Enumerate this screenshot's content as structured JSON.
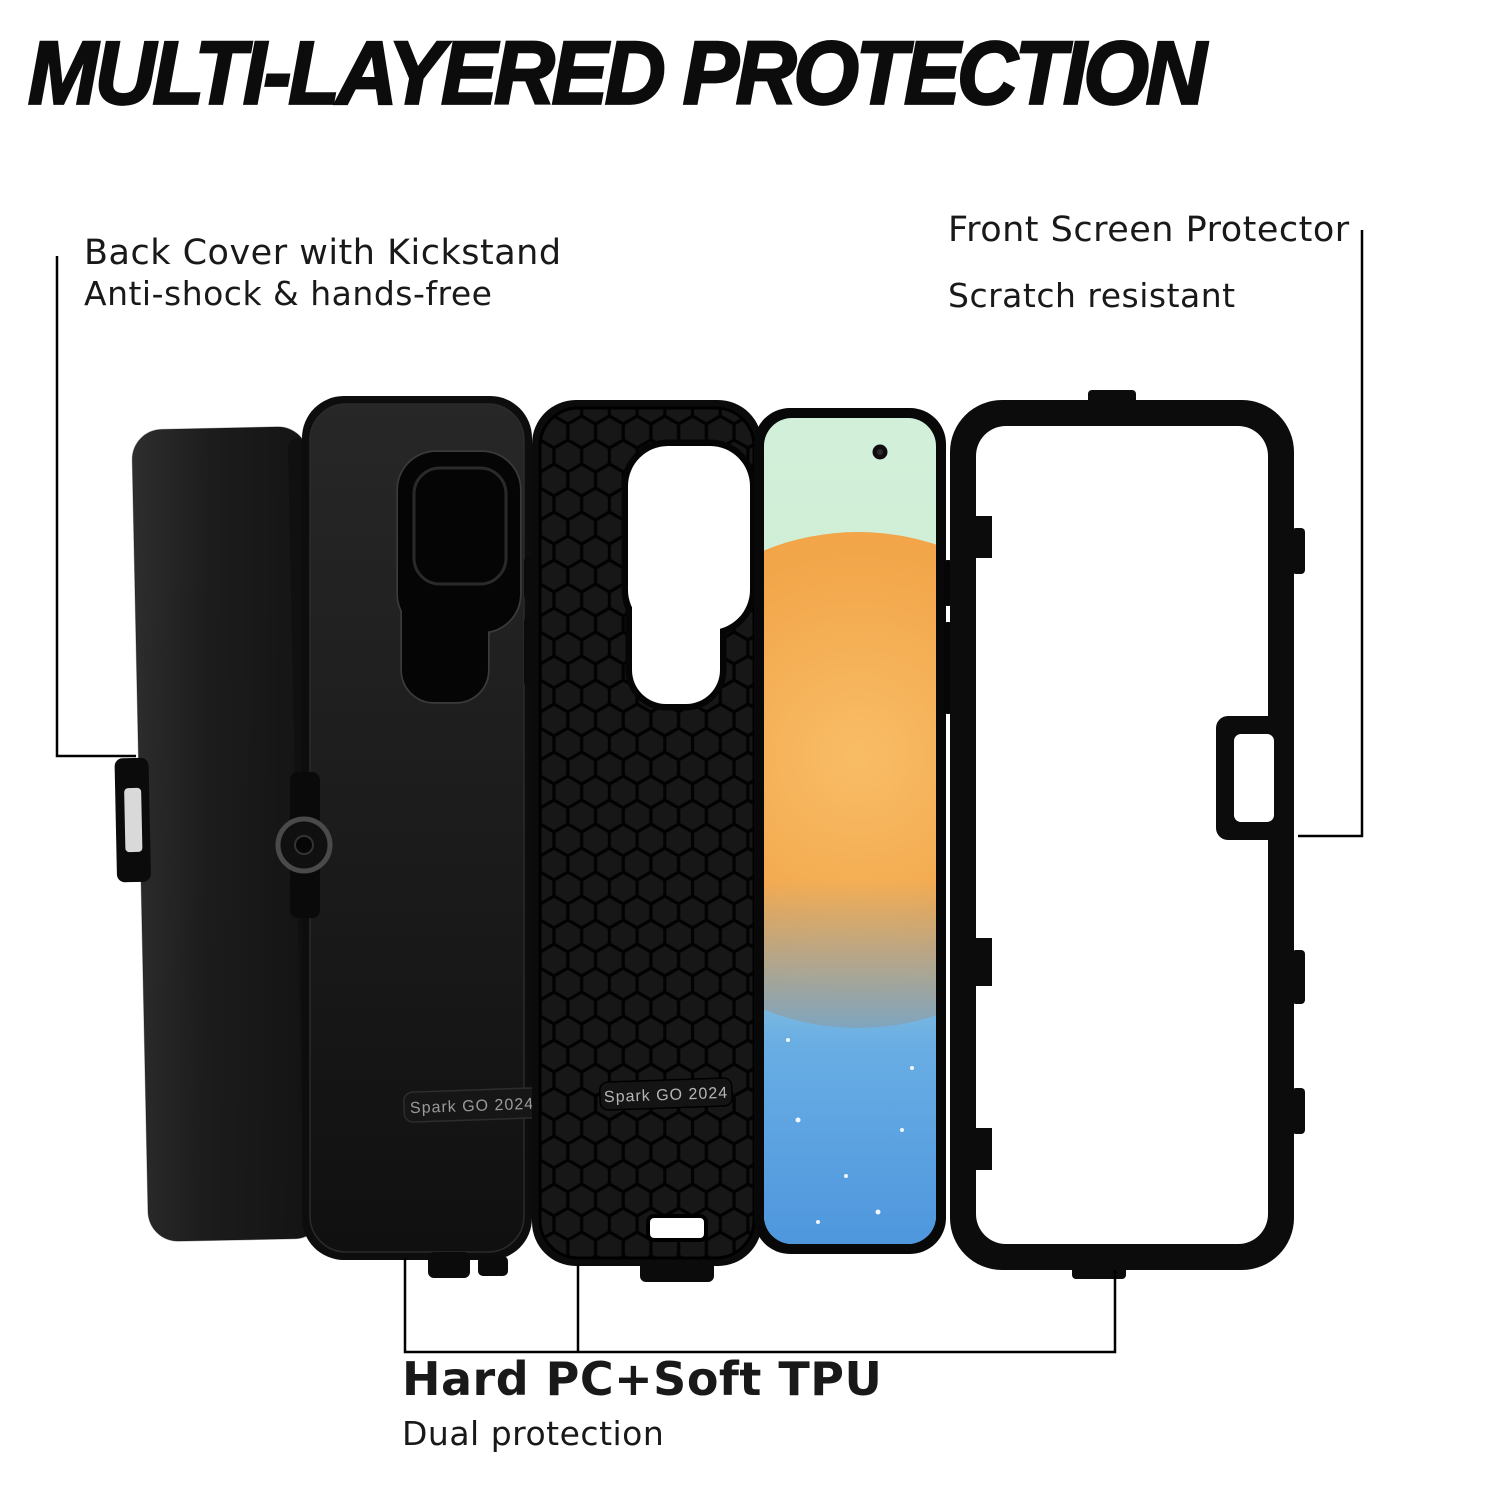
{
  "title": "MULTI-LAYERED PROTECTION",
  "annotations": {
    "back_cover": {
      "line1": "Back Cover with Kickstand",
      "line2": "Anti-shock & hands-free"
    },
    "front_protector": {
      "line1": "Front Screen Protector",
      "line2": "Scratch resistant"
    },
    "dual_protection": {
      "line1": "Hard PC+Soft TPU",
      "line2": "Dual protection"
    }
  },
  "engraving": "Spark GO 2024",
  "colors": {
    "background": "#ffffff",
    "text": "#111111",
    "leader_line": "#000000",
    "case_black": "#111111",
    "screen_green": "#d2efda",
    "screen_orange": "#f3a84d",
    "screen_blue": "#4f97dd"
  }
}
